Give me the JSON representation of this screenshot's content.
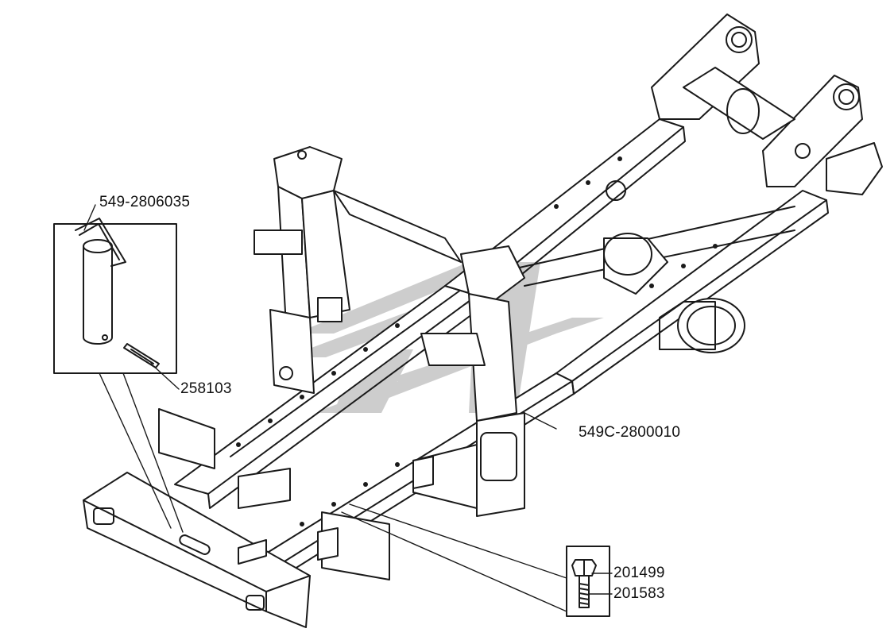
{
  "colors": {
    "line": "#1a1a1a",
    "background": "#ffffff",
    "watermark": "#b8b8b8"
  },
  "callouts": {
    "pin_part": "549-2806035",
    "cotter_part": "258103",
    "frame_part": "549C-2800010",
    "bolt_part": "201499",
    "nut_part": "201583"
  },
  "icons": {
    "watermark": "company-logo-watermark"
  }
}
